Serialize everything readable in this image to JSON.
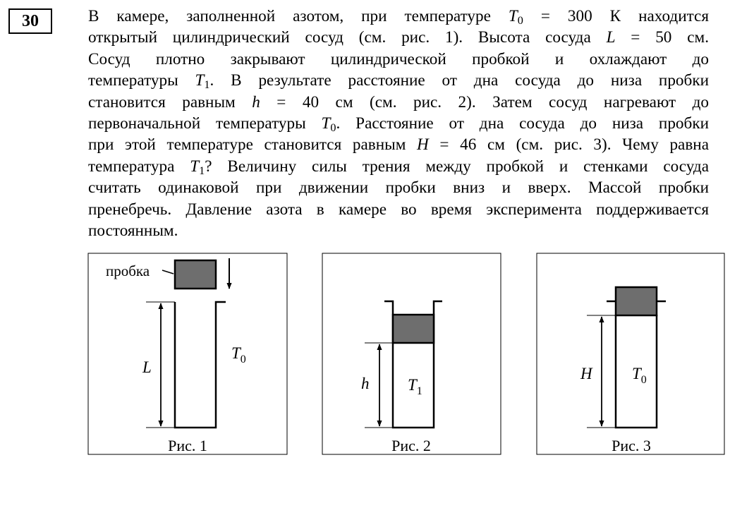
{
  "task_number": "30",
  "problem": {
    "l1": [
      "В камере, заполненной азотом, при температуре ",
      "T",
      "0",
      " = 300 К находится"
    ],
    "l2": [
      "открытый цилиндрический сосуд (см. рис. 1). Высота сосуда ",
      "L",
      " = 50 см."
    ],
    "l3": "Сосуд плотно закрывают цилиндрической пробкой и охлаждают до",
    "l4": [
      "температуры ",
      "T",
      "1",
      ". В результате расстояние от дна сосуда до низа пробки"
    ],
    "l5": [
      "становится равным ",
      "h",
      " = 40 см (см. рис. 2). Затем сосуд нагревают до"
    ],
    "l6": [
      "первоначальной температуры ",
      "T",
      "0",
      ". Расстояние от дна сосуда до низа пробки"
    ],
    "l7": [
      "при этой температуре становится равным ",
      "H",
      " = 46 см (см. рис. 3). Чему равна"
    ],
    "l8": [
      "температура ",
      "T",
      "1",
      "? Величину силы трения между пробкой и стенками сосуда"
    ],
    "l9": "считать одинаковой при движении пробки вниз и вверх. Массой пробки",
    "l10": "пренебречь. Давление азота в камере во время эксперимента поддерживается",
    "l11": "постоянным."
  },
  "figures": {
    "fig1": {
      "caption": "Рис. 1",
      "plug_label": "пробка",
      "dim_label": "L",
      "temp_main": "T",
      "temp_sub": "0"
    },
    "fig2": {
      "caption": "Рис. 2",
      "dim_label": "h",
      "temp_main": "T",
      "temp_sub": "1"
    },
    "fig3": {
      "caption": "Рис. 3",
      "dim_label": "H",
      "temp_main": "T",
      "temp_sub": "0"
    }
  },
  "colors": {
    "plug_fill": "#6e6e6e",
    "ink": "#000000"
  }
}
